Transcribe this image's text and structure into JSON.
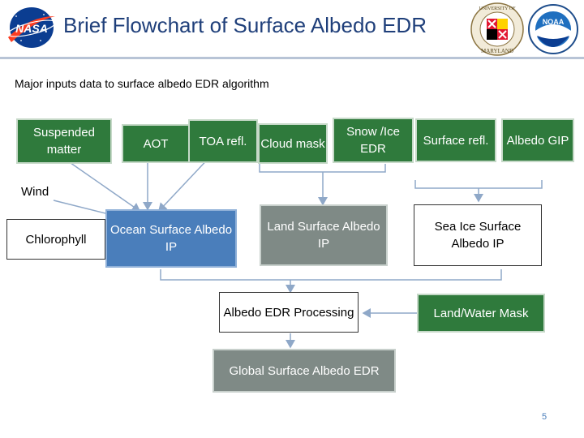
{
  "header": {
    "title": "Brief Flowchart of Surface Albedo EDR",
    "logos": {
      "nasa": {
        "icon": "nasa-logo-icon",
        "text": "NASA"
      },
      "umd": {
        "icon": "umd-seal-icon",
        "text_top": "UNIVERSITY OF",
        "text_bottom": "MARYLAND"
      },
      "noaa": {
        "icon": "noaa-logo-icon",
        "text": "NOAA"
      }
    }
  },
  "subtitle": "Major inputs data to surface albedo EDR algorithm",
  "inputs": {
    "suspended_matter": "Suspended matter",
    "aot": "AOT",
    "toa_refl": "TOA refl.",
    "cloud_mask": "Cloud mask",
    "snow_ice_edr": "Snow /Ice EDR",
    "surface_refl": "Surface refl.",
    "albedo_gip": "Albedo GIP",
    "wind": "Wind",
    "chlorophyll": "Chlorophyll"
  },
  "intermediate": {
    "ocean_surface_albedo": "Ocean Surface Albedo IP",
    "land_surface_albedo": "Land Surface Albedo IP",
    "sea_ice_surface_albedo": "Sea Ice Surface Albedo IP",
    "land_water_mask": "Land/Water Mask"
  },
  "processing": {
    "albedo_edr_processing": "Albedo EDR Processing",
    "global_surface_albedo_edr": "Global Surface Albedo EDR"
  },
  "page_number": "5",
  "colors": {
    "green": "#2f7a3c",
    "blue": "#4a7ebb",
    "grey": "#7f8a86",
    "title": "#1f3f7a",
    "connector": "#8fa8c8"
  }
}
